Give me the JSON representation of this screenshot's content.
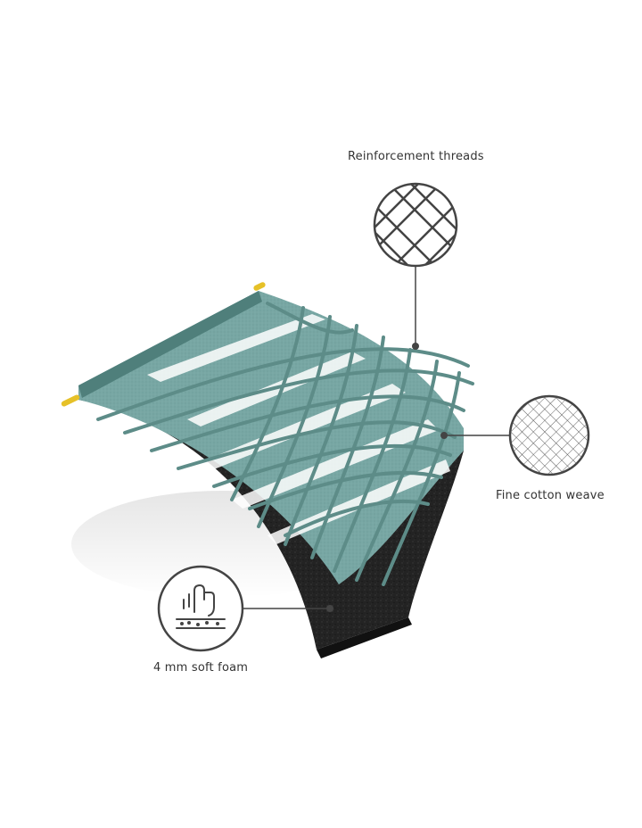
{
  "callouts": {
    "reinforcement": {
      "label": "Reinforcement threads",
      "icon": "crosshatch-grid-icon"
    },
    "weave": {
      "label": "Fine cotton weave",
      "icon": "fine-mesh-icon"
    },
    "foam": {
      "label": "4 mm soft foam",
      "icon": "finger-press-foam-icon"
    }
  },
  "colors": {
    "fabric": "#6f9e9a",
    "fabric_dark": "#4f7f7b",
    "threads": "#5d8c88",
    "foam": "#1f1f1f",
    "rod": "#e6c128",
    "outline": "#444444"
  }
}
